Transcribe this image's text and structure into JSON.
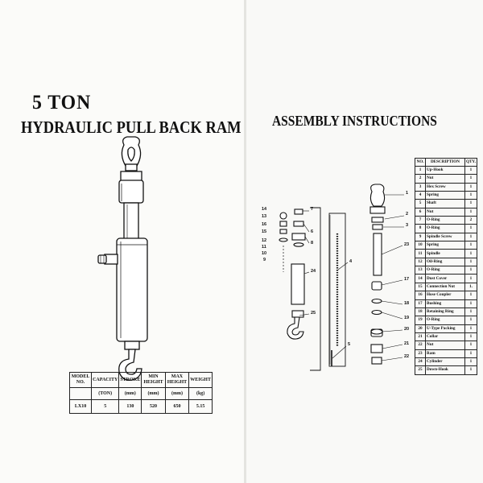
{
  "left_page": {
    "title_capacity": "5 TON",
    "title_product": "HYDRAULIC PULL BACK RAM"
  },
  "right_page": {
    "title": "ASSEMBLY INSTRUCTIONS"
  },
  "spec_table": {
    "headers": [
      "MODEL NO.",
      "CAPACITY",
      "STROKE",
      "MIN HEIGHT",
      "MAX HEIGHT",
      "WEIGHT"
    ],
    "units": [
      "",
      "(TON)",
      "(mm)",
      "(mm)",
      "(mm)",
      "(kg)"
    ],
    "row": [
      "LX10",
      "5",
      "130",
      "520",
      "650",
      "5.15"
    ]
  },
  "parts_table": {
    "headers": [
      "NO.",
      "DESCRIPTION",
      "QTY."
    ],
    "rows": [
      [
        "1",
        "Up-Hook",
        "1"
      ],
      [
        "2",
        "Nut",
        "1"
      ],
      [
        "3",
        "Hex Screw",
        "1"
      ],
      [
        "4",
        "Spring",
        "1"
      ],
      [
        "5",
        "Shaft",
        "1"
      ],
      [
        "6",
        "Nut",
        "1"
      ],
      [
        "7",
        "O-Ring",
        "2"
      ],
      [
        "8",
        "O-Ring",
        "1"
      ],
      [
        "9",
        "Spindle Screw",
        "1"
      ],
      [
        "10",
        "Spring",
        "1"
      ],
      [
        "11",
        "Spindle",
        "1"
      ],
      [
        "12",
        "Oil-Ring",
        "1"
      ],
      [
        "13",
        "O-Ring",
        "1"
      ],
      [
        "14",
        "Dust Cover",
        "1"
      ],
      [
        "15",
        "Connection Nut",
        "1."
      ],
      [
        "16",
        "Hose Coupler",
        "1"
      ],
      [
        "17",
        "Bushing",
        "1"
      ],
      [
        "18",
        "Retaining Ring",
        "1"
      ],
      [
        "19",
        "O-Ring",
        "1"
      ],
      [
        "20",
        "U-Type Packing",
        "1"
      ],
      [
        "21",
        "Collar",
        "1"
      ],
      [
        "22",
        "Nut",
        "1"
      ],
      [
        "23",
        "Ram",
        "1"
      ],
      [
        "24",
        "Cylinder",
        "1"
      ],
      [
        "25",
        "Down-Hook",
        "1"
      ]
    ]
  },
  "callouts": [
    "1",
    "2",
    "3",
    "4",
    "5",
    "6",
    "7",
    "8",
    "9",
    "10",
    "11",
    "12",
    "13",
    "14",
    "15",
    "16",
    "17",
    "18",
    "19",
    "20",
    "21",
    "22",
    "23",
    "24",
    "25"
  ]
}
